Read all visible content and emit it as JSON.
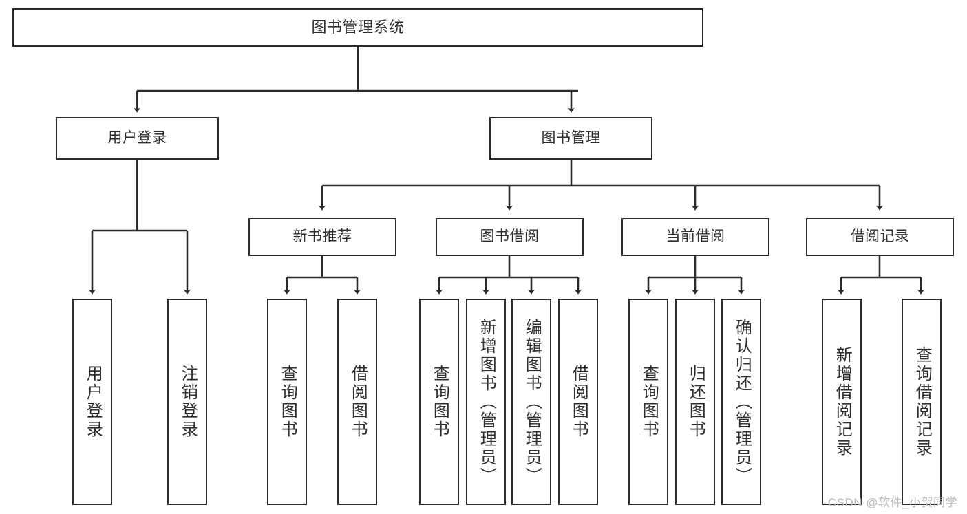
{
  "diagram": {
    "title": "图书管理系统",
    "type": "tree",
    "stroke_color": "#2b2b2b",
    "text_color": "#2f2f2f",
    "background_color": "#ffffff",
    "watermark": "CSDN @软件_小贺同学",
    "root": {
      "label": "图书管理系统"
    },
    "level1": [
      {
        "label": "用户登录"
      },
      {
        "label": "图书管理"
      }
    ],
    "level2": [
      {
        "label": "新书推荐"
      },
      {
        "label": "图书借阅"
      },
      {
        "label": "当前借阅"
      },
      {
        "label": "借阅记录"
      }
    ],
    "leaves": {
      "user_login": [
        {
          "label": "用户登录"
        },
        {
          "label": "注销登录"
        }
      ],
      "new_book_recommend": [
        {
          "label": "查询图书"
        },
        {
          "label": "借阅图书"
        }
      ],
      "book_borrow": [
        {
          "label": "查询图书"
        },
        {
          "label": "新增图书（管理员）"
        },
        {
          "label": "编辑图书（管理员）"
        },
        {
          "label": "借阅图书"
        }
      ],
      "current_borrow": [
        {
          "label": "查询图书"
        },
        {
          "label": "归还图书"
        },
        {
          "label": "确认归还（管理员）"
        }
      ],
      "borrow_record": [
        {
          "label": "新增借阅记录"
        },
        {
          "label": "查询借阅记录"
        }
      ]
    }
  }
}
